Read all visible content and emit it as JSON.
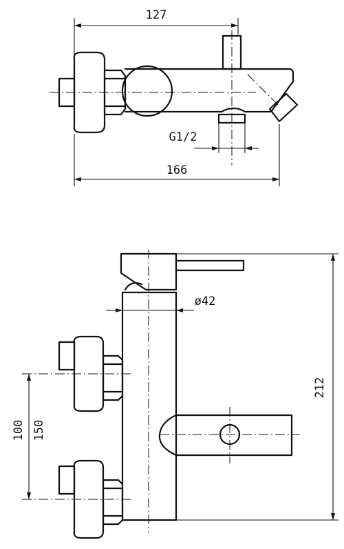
{
  "top_view": {
    "dimensions": {
      "overall_width": "127",
      "overall_length": "166",
      "thread": "G1/2"
    }
  },
  "side_view": {
    "dimensions": {
      "total_height": "212",
      "diameter": "ø42",
      "spacing_min": "100",
      "spacing_max": "150"
    }
  },
  "colors": {
    "line": "#111111",
    "background": "#ffffff"
  }
}
